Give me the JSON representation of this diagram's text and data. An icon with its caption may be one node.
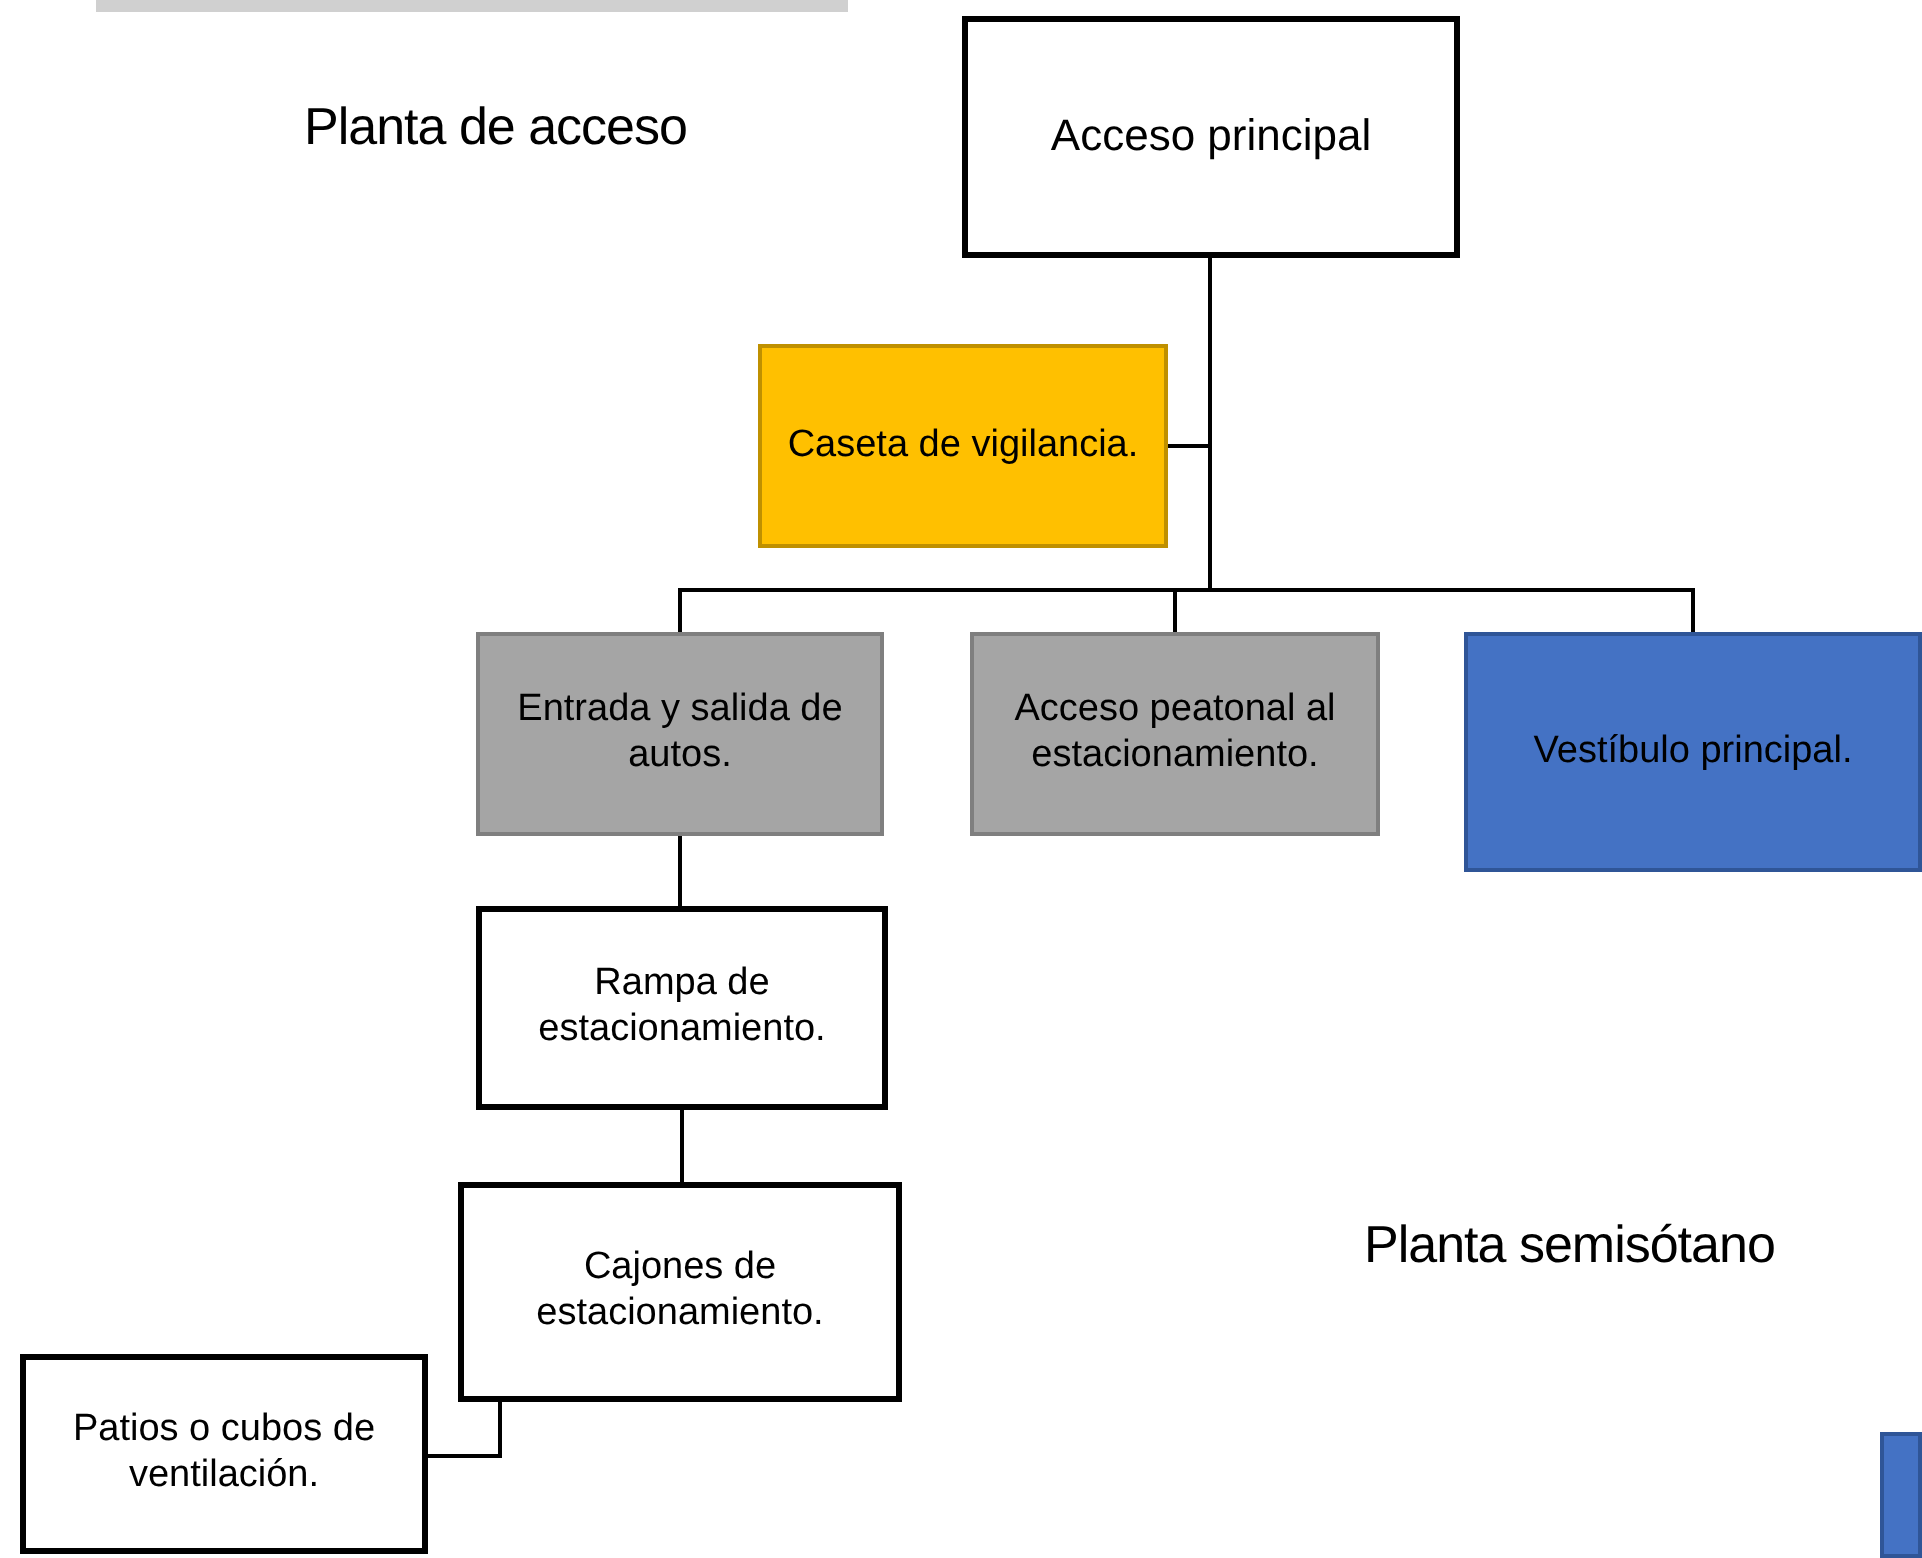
{
  "diagram": {
    "nodes": [
      {
        "text": [
          "Acceso principal"
        ]
      },
      {
        "text": [
          "Caseta de vigilancia."
        ]
      },
      {
        "text": [
          "Entrada y salida de autos."
        ]
      },
      {
        "text": [
          "Acceso peatonal al estacionamiento."
        ]
      },
      {
        "text": [
          "Vestíbulo principal."
        ]
      },
      {
        "text": [
          "Rampa de estacionamiento."
        ]
      },
      {
        "text": [
          "Cajones de estacionamiento."
        ]
      },
      {
        "text": [
          "Patios o cubos de ventilación."
        ]
      },
      {
        "text": [],
        "shape": "box"
      }
    ],
    "edges": [
      {
        "from": 0,
        "to": 1,
        "arrow": "none"
      },
      {
        "from": 0,
        "to": 2,
        "arrow": "none"
      },
      {
        "from": 0,
        "to": 3,
        "arrow": "none"
      },
      {
        "from": 0,
        "to": 4,
        "arrow": "none"
      },
      {
        "from": 2,
        "to": 5,
        "arrow": "none"
      },
      {
        "from": 5,
        "to": 6,
        "arrow": "none"
      },
      {
        "from": 6,
        "to": 7,
        "arrow": "none"
      }
    ],
    "labels": [
      "Planta de acceso",
      "Planta semisótano"
    ]
  }
}
